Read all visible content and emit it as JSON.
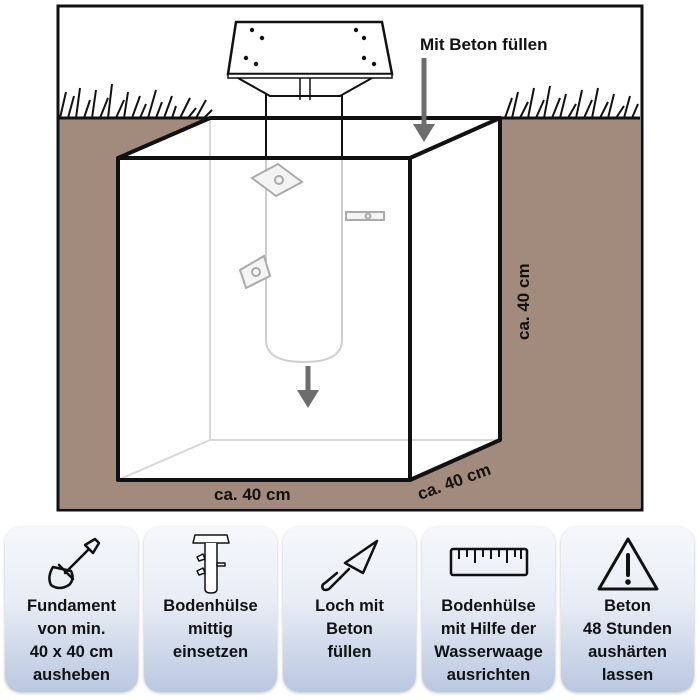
{
  "diagram": {
    "fill_label": "Mit Beton füllen",
    "width_label": "ca. 40 cm",
    "depth_label": "ca. 40 cm",
    "height_label": "ca. 40 cm"
  },
  "steps": [
    {
      "icon": "shovel-icon",
      "lines": [
        "Fundament",
        "von min.",
        "40 x 40 cm",
        "ausheben"
      ]
    },
    {
      "icon": "ground-sleeve-icon",
      "lines": [
        "Bodenhülse",
        "mittig",
        "einsetzen"
      ]
    },
    {
      "icon": "trowel-icon",
      "lines": [
        "Loch mit",
        "Beton",
        "füllen"
      ]
    },
    {
      "icon": "ruler-icon",
      "lines": [
        "Bodenhülse",
        "mit Hilfe der",
        "Wasserwaage",
        "ausrichten"
      ]
    },
    {
      "icon": "warning-icon",
      "lines": [
        "Beton",
        "48 Stunden",
        "aushärten",
        "lassen"
      ]
    }
  ]
}
